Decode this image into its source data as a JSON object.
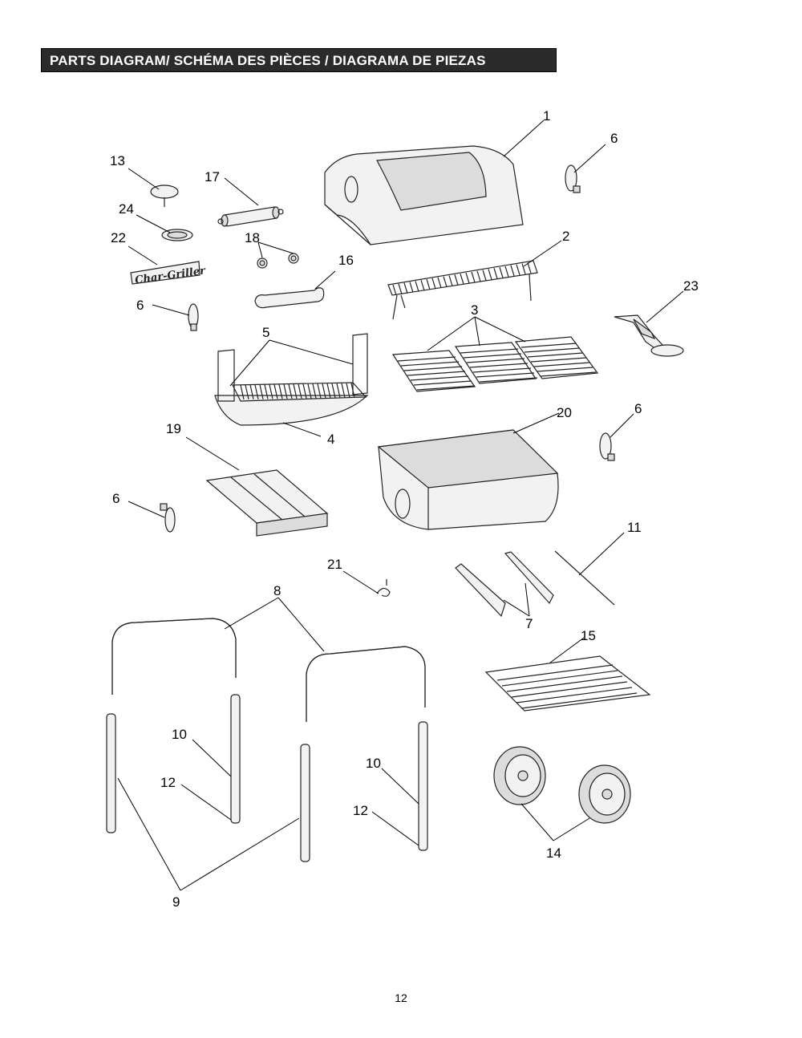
{
  "header": {
    "title": "PARTS DIAGRAM/ SCHÉMA DES PIÈCES / DIAGRAMA DE PIEZAS"
  },
  "labels": {
    "p1": "1",
    "p2": "2",
    "p3": "3",
    "p4": "4",
    "p5": "5",
    "p6a": "6",
    "p6b": "6",
    "p6c": "6",
    "p6d": "6",
    "p7": "7",
    "p8": "8",
    "p9": "9",
    "p10a": "10",
    "p10b": "10",
    "p11": "11",
    "p12a": "12",
    "p12b": "12",
    "p13": "13",
    "p14": "14",
    "p15": "15",
    "p16": "16",
    "p17": "17",
    "p18": "18",
    "p19": "19",
    "p20": "20",
    "p21": "21",
    "p22": "22",
    "p23": "23",
    "p24": "24"
  },
  "logo_text": "Char-Griller",
  "page_number": "12"
}
